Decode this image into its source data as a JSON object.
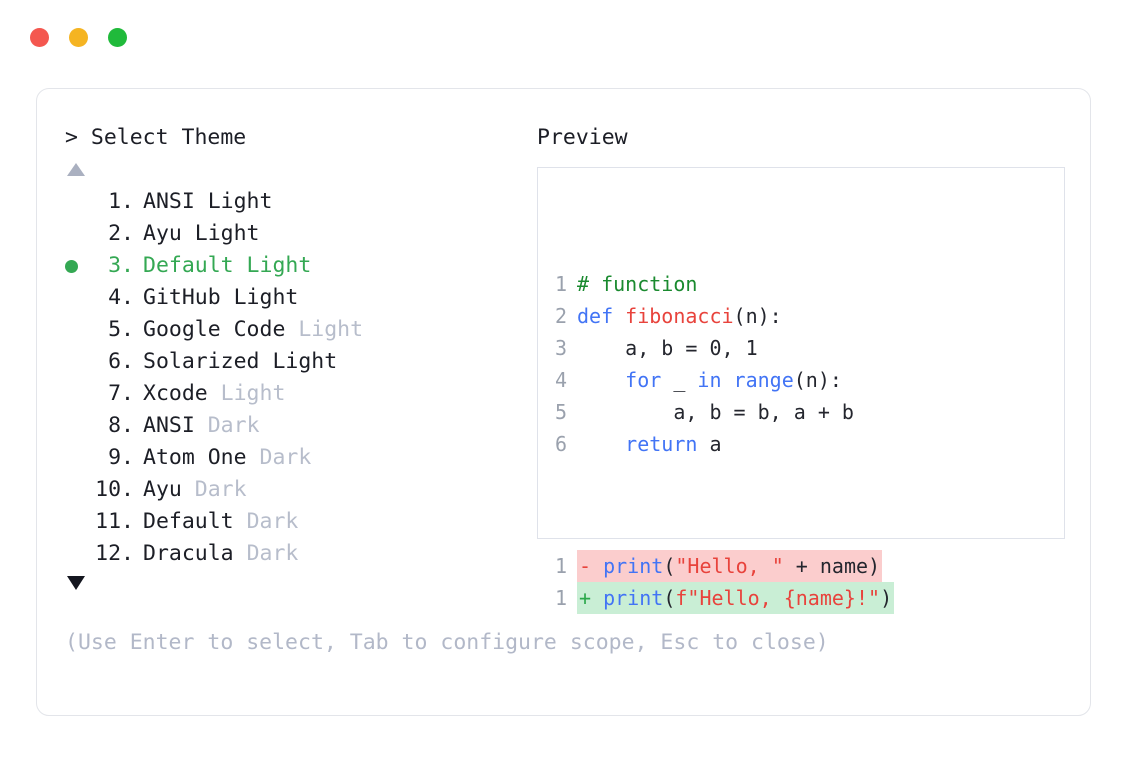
{
  "window": {
    "traffic_lights": [
      {
        "name": "close-button",
        "color": "#f4574f"
      },
      {
        "name": "minimize-button",
        "color": "#f5b422"
      },
      {
        "name": "maximize-button",
        "color": "#20ba3b"
      }
    ]
  },
  "left": {
    "prompt": "> Select Theme",
    "scroll_up_icon": "triangle-up",
    "scroll_down_icon": "triangle-down",
    "selected_index": 3,
    "items": [
      {
        "number": " 1.",
        "main": "ANSI Light",
        "dim": "",
        "selected": false
      },
      {
        "number": " 2.",
        "main": "Ayu Light",
        "dim": "",
        "selected": false
      },
      {
        "number": " 3.",
        "main": "Default Light",
        "dim": "",
        "selected": true
      },
      {
        "number": " 4.",
        "main": "GitHub Light",
        "dim": "",
        "selected": false
      },
      {
        "number": " 5.",
        "main": "Google Code ",
        "dim": "Light",
        "selected": false
      },
      {
        "number": " 6.",
        "main": "Solarized Light",
        "dim": "",
        "selected": false
      },
      {
        "number": " 7.",
        "main": "Xcode ",
        "dim": "Light",
        "selected": false
      },
      {
        "number": " 8.",
        "main": "ANSI ",
        "dim": "Dark",
        "selected": false
      },
      {
        "number": " 9.",
        "main": "Atom One ",
        "dim": "Dark",
        "selected": false
      },
      {
        "number": "10.",
        "main": "Ayu ",
        "dim": "Dark",
        "selected": false
      },
      {
        "number": "11.",
        "main": "Default ",
        "dim": "Dark",
        "selected": false
      },
      {
        "number": "12.",
        "main": "Dracula ",
        "dim": "Dark",
        "selected": false
      }
    ],
    "hint": "(Use Enter to select, Tab to configure scope, Esc to close)"
  },
  "right": {
    "title": "Preview",
    "code_lines": [
      {
        "ln": "1",
        "tokens": [
          {
            "t": "# function",
            "c": "t-comment"
          }
        ]
      },
      {
        "ln": "2",
        "tokens": [
          {
            "t": "def ",
            "c": "t-kw"
          },
          {
            "t": "fibonacci",
            "c": "t-fn"
          },
          {
            "t": "(n):",
            "c": "t-punct"
          }
        ]
      },
      {
        "ln": "3",
        "tokens": [
          {
            "t": "    a, b = 0, 1",
            "c": "t-plain"
          }
        ]
      },
      {
        "ln": "4",
        "tokens": [
          {
            "t": "    ",
            "c": "t-plain"
          },
          {
            "t": "for",
            "c": "t-kw"
          },
          {
            "t": " _ ",
            "c": "t-plain"
          },
          {
            "t": "in ",
            "c": "t-kw"
          },
          {
            "t": "range",
            "c": "t-builtin"
          },
          {
            "t": "(n):",
            "c": "t-punct"
          }
        ]
      },
      {
        "ln": "5",
        "tokens": [
          {
            "t": "        a, b = b, a + b",
            "c": "t-plain"
          }
        ]
      },
      {
        "ln": "6",
        "tokens": [
          {
            "t": "    ",
            "c": "t-plain"
          },
          {
            "t": "return",
            "c": "t-kw"
          },
          {
            "t": " a",
            "c": "t-plain"
          }
        ]
      }
    ],
    "diff_lines": [
      {
        "ln": "1",
        "kind": "del",
        "sign": "- ",
        "tokens": [
          {
            "t": "print",
            "c": "t-builtin"
          },
          {
            "t": "(",
            "c": "t-punct"
          },
          {
            "t": "\"Hello, \"",
            "c": "t-str"
          },
          {
            "t": " + name",
            "c": "t-plain"
          },
          {
            "t": ")",
            "c": "t-punct"
          }
        ]
      },
      {
        "ln": "1",
        "kind": "add",
        "sign": "+ ",
        "tokens": [
          {
            "t": "print",
            "c": "t-builtin"
          },
          {
            "t": "(",
            "c": "t-punct"
          },
          {
            "t": "f\"Hello, {name}!\"",
            "c": "t-str"
          },
          {
            "t": ")",
            "c": "t-punct"
          }
        ]
      }
    ]
  },
  "colors": {
    "accent_green": "#34a853",
    "dim_text": "#b7bdcb",
    "diff_add_bg": "#c9eed5",
    "diff_del_bg": "#fbcdcd",
    "card_border": "#e3e5ea"
  }
}
